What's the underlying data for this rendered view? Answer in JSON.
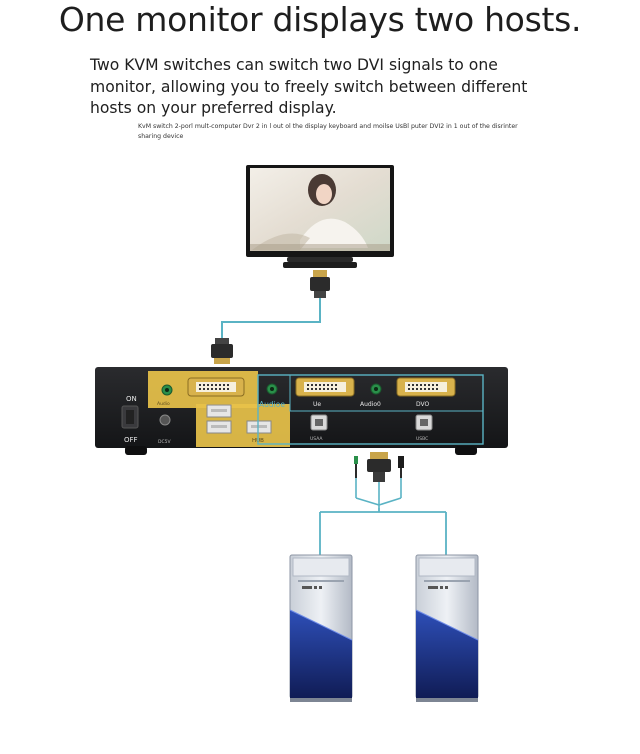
{
  "heading": "One monitor displays two hosts.",
  "description": "Two KVM switches can switch two DVI signals to one monitor, allowing you to freely switch between different hosts on your preferred display.",
  "fine_print": "KvM switch 2-porl mult-computer Dvr 2 in l out ol the display keyboard and moilse UsBl puter DVI2 in 1 out of the disrinter sharing device",
  "device": {
    "switch_on": "ON",
    "switch_off": "OFF",
    "audio_small": "Audio",
    "dc_label": "DC5V",
    "hub_label": "HUB",
    "audio1": "Audioe",
    "dvi1": "Ue",
    "audio2": "Audio0",
    "dvi2": "DVO",
    "usb1": "USAA",
    "usb2": "USBC"
  },
  "colors": {
    "accent_cable": "#5ab3c4",
    "highlight_frame": "#e8c24a",
    "port_gold": "#d8b24c",
    "device_body": "#1b1c1e",
    "tower_accent": "#2e4fb8"
  }
}
